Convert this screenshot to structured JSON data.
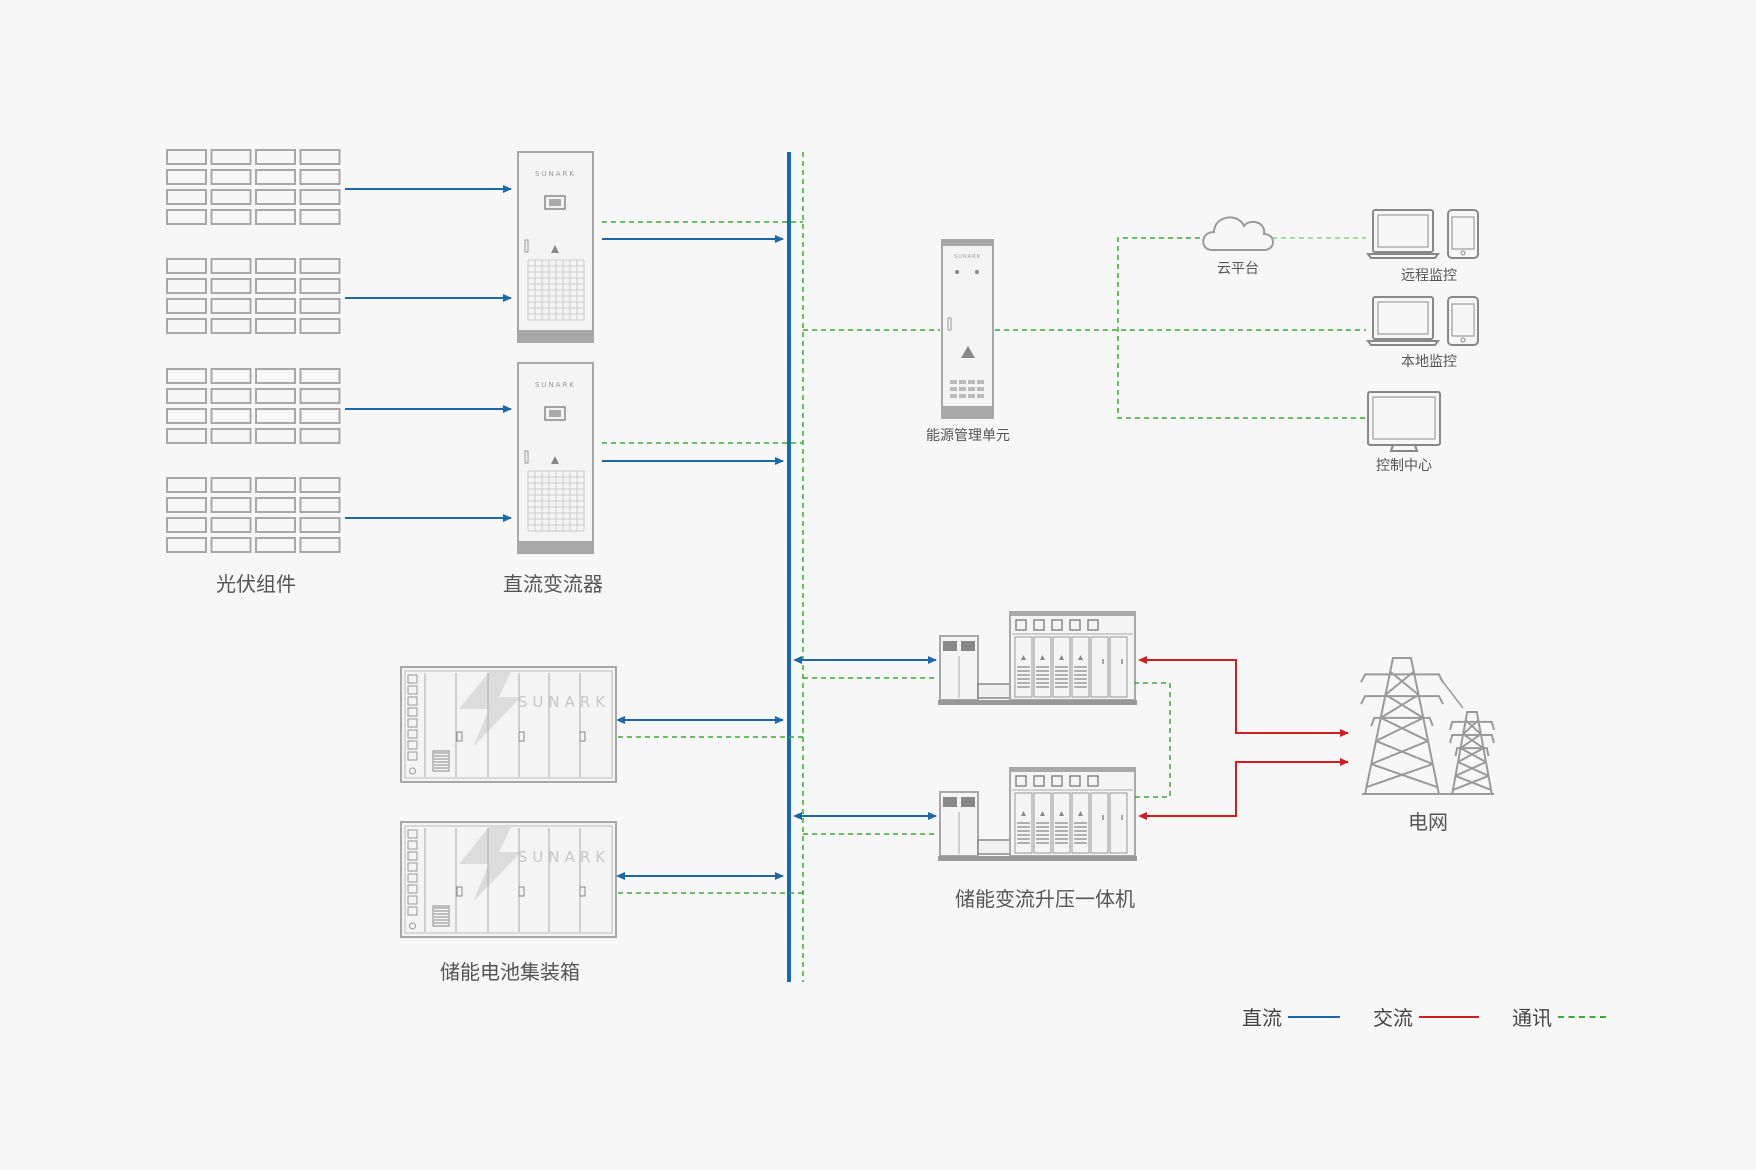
{
  "labels": {
    "pv_modules": "光伏组件",
    "dc_converter": "直流变流器",
    "battery_container": "储能电池集装箱",
    "pcs_station": "储能变流升压一体机",
    "grid": "电网",
    "ems": "能源管理单元",
    "cloud": "云平台",
    "remote_monitor": "远程监控",
    "local_monitor": "本地监控",
    "control_center": "控制中心"
  },
  "brand": "SUNARK",
  "legend": {
    "dc": "直流",
    "ac": "交流",
    "comm": "通讯"
  },
  "colors": {
    "dc": "#1f68a8",
    "ac": "#cc1f1f",
    "comm": "#3aaa35",
    "device": "#a8a8a8",
    "background": "#f7f7f7"
  },
  "icons": [
    "pv-panel-icon",
    "dc-converter-icon",
    "battery-container-icon",
    "pcs-station-icon",
    "transmission-tower-icon",
    "cloud-icon",
    "laptop-icon",
    "tablet-icon",
    "monitor-icon",
    "ems-cabinet-icon"
  ]
}
